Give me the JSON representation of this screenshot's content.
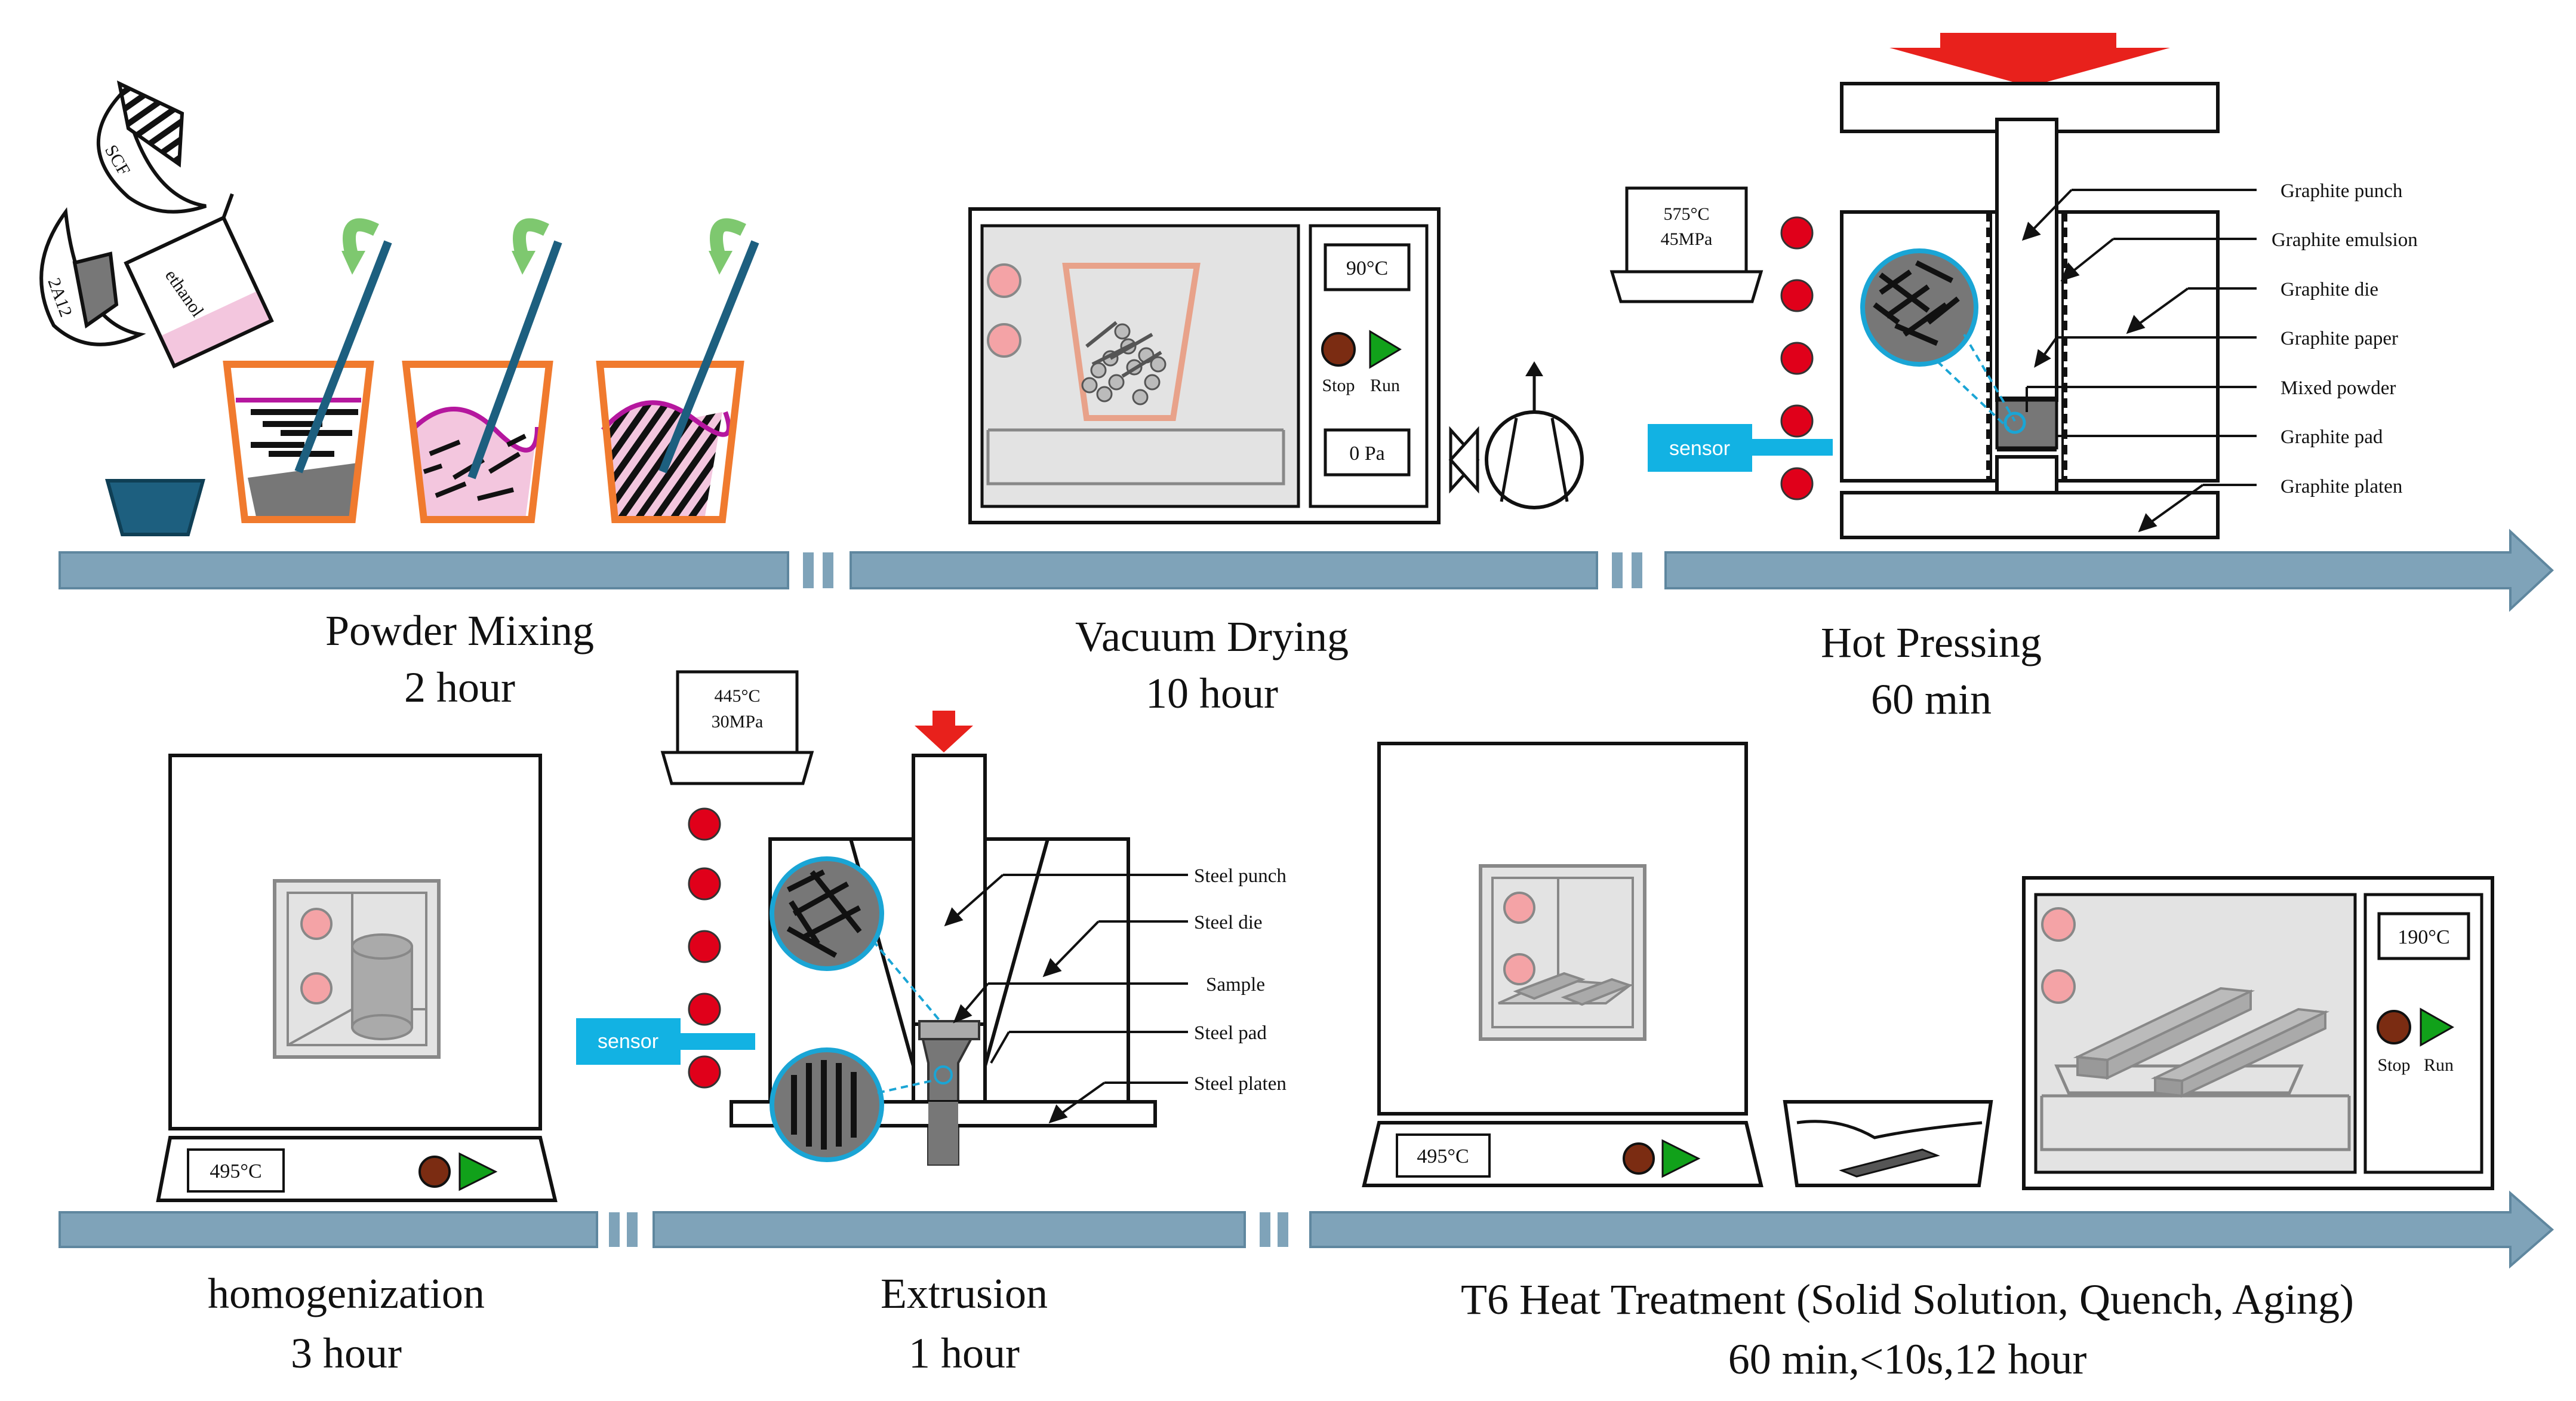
{
  "stages": {
    "powder_mixing": {
      "title": "Powder Mixing",
      "duration": "2 hour"
    },
    "vacuum_drying": {
      "title": "Vacuum Drying",
      "duration": "10 hour"
    },
    "hot_pressing": {
      "title": "Hot Pressing",
      "duration": "60 min"
    },
    "homogenization": {
      "title": "homogenization",
      "duration": "3 hour"
    },
    "extrusion": {
      "title": "Extrusion",
      "duration": "1 hour"
    },
    "t6": {
      "title": "T6 Heat Treatment (Solid Solution, Quench, Aging)",
      "duration": "60 min,<10s,12 hour"
    }
  },
  "mixing": {
    "scf_label": "SCF",
    "alloy_label": "2A12",
    "solvent_label": "ethanol"
  },
  "drying": {
    "temp": "90°C",
    "pressure": "0 Pa",
    "stop": "Stop",
    "run": "Run"
  },
  "hot_press": {
    "temp": "575°C",
    "pressure": "45MPa",
    "sensor": "sensor",
    "labels": [
      "Graphite punch",
      "Graphite emulsion",
      "Graphite die",
      "Graphite paper",
      "Mixed powder",
      "Graphite pad",
      "Graphite platen"
    ]
  },
  "homog": {
    "temp": "495°C"
  },
  "extrusion": {
    "temp": "445°C",
    "pressure": "30MPa",
    "sensor": "sensor",
    "labels": [
      "Steel punch",
      "Steel die",
      "Sample",
      "Steel pad",
      "Steel platen"
    ]
  },
  "t6": {
    "furnace_temp": "495°C",
    "aging_temp": "190°C",
    "stop": "Stop",
    "run": "Run"
  },
  "colors": {
    "timeline": "#7fa3b9",
    "timeline_dark": "#5f879f",
    "beaker": "#f07a2e",
    "heater_dot": "#e0001a",
    "indicator": "#f4a3a6",
    "sensor": "#12b2e3",
    "press_arrow": "#e8211c",
    "run_button": "#11a11a",
    "stop_button": "#7b2c12",
    "stir_arrow": "#7ec86f",
    "stir_rod": "#1d5f7f",
    "liquid": "#f3c6de",
    "magenta": "#b5179e"
  }
}
